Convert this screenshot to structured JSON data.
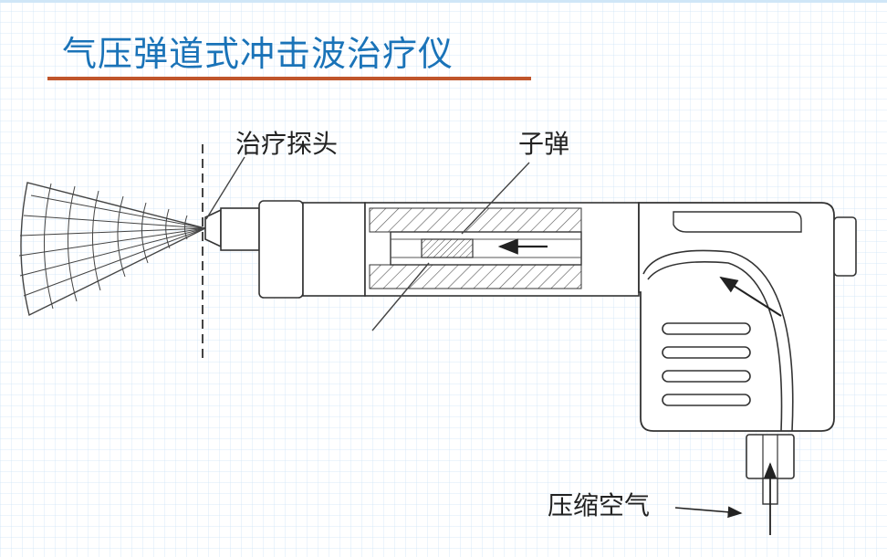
{
  "title": "气压弹道式冲击波治疗仪",
  "labels": {
    "probe": "治疗探头",
    "bullet": "子弹",
    "compressed_air": "压缩空气"
  },
  "colors": {
    "title": "#1a73b8",
    "title_rule": "#c0552b",
    "line": "#333333"
  }
}
